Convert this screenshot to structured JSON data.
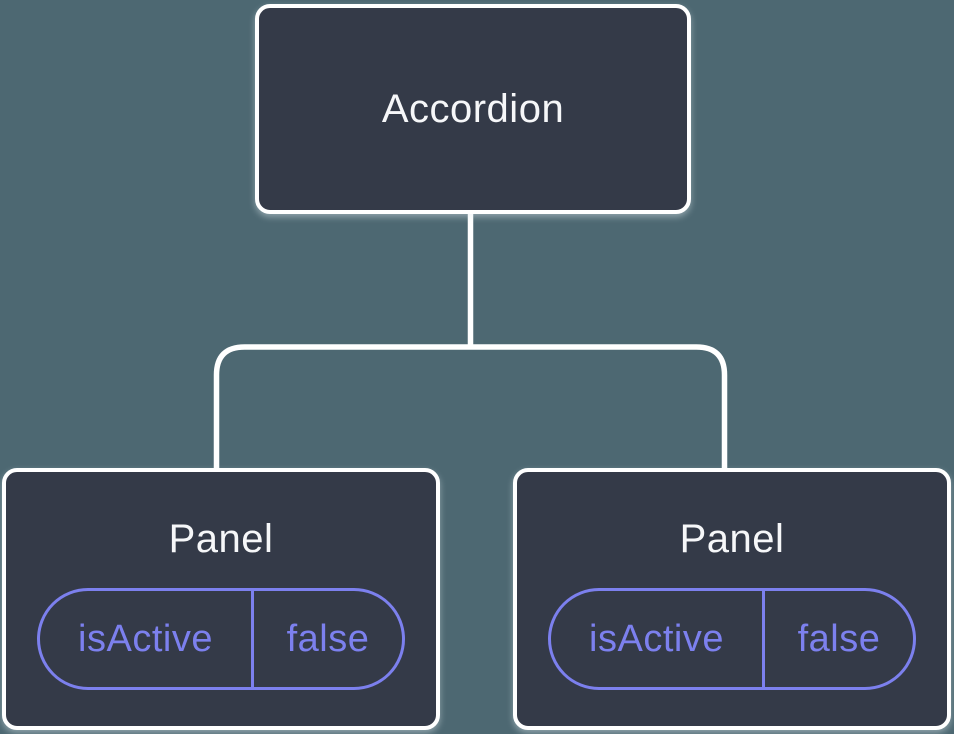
{
  "diagram": {
    "root": {
      "label": "Accordion"
    },
    "children": [
      {
        "label": "Panel",
        "prop": {
          "name": "isActive",
          "value": "false"
        }
      },
      {
        "label": "Panel",
        "prop": {
          "name": "isActive",
          "value": "false"
        }
      }
    ],
    "colors": {
      "background": "#4d6872",
      "node_fill": "#343a48",
      "node_border": "#ffffff",
      "connector": "#ffffff",
      "accent": "#7c80ee",
      "label_text": "#f6f7f9"
    }
  }
}
